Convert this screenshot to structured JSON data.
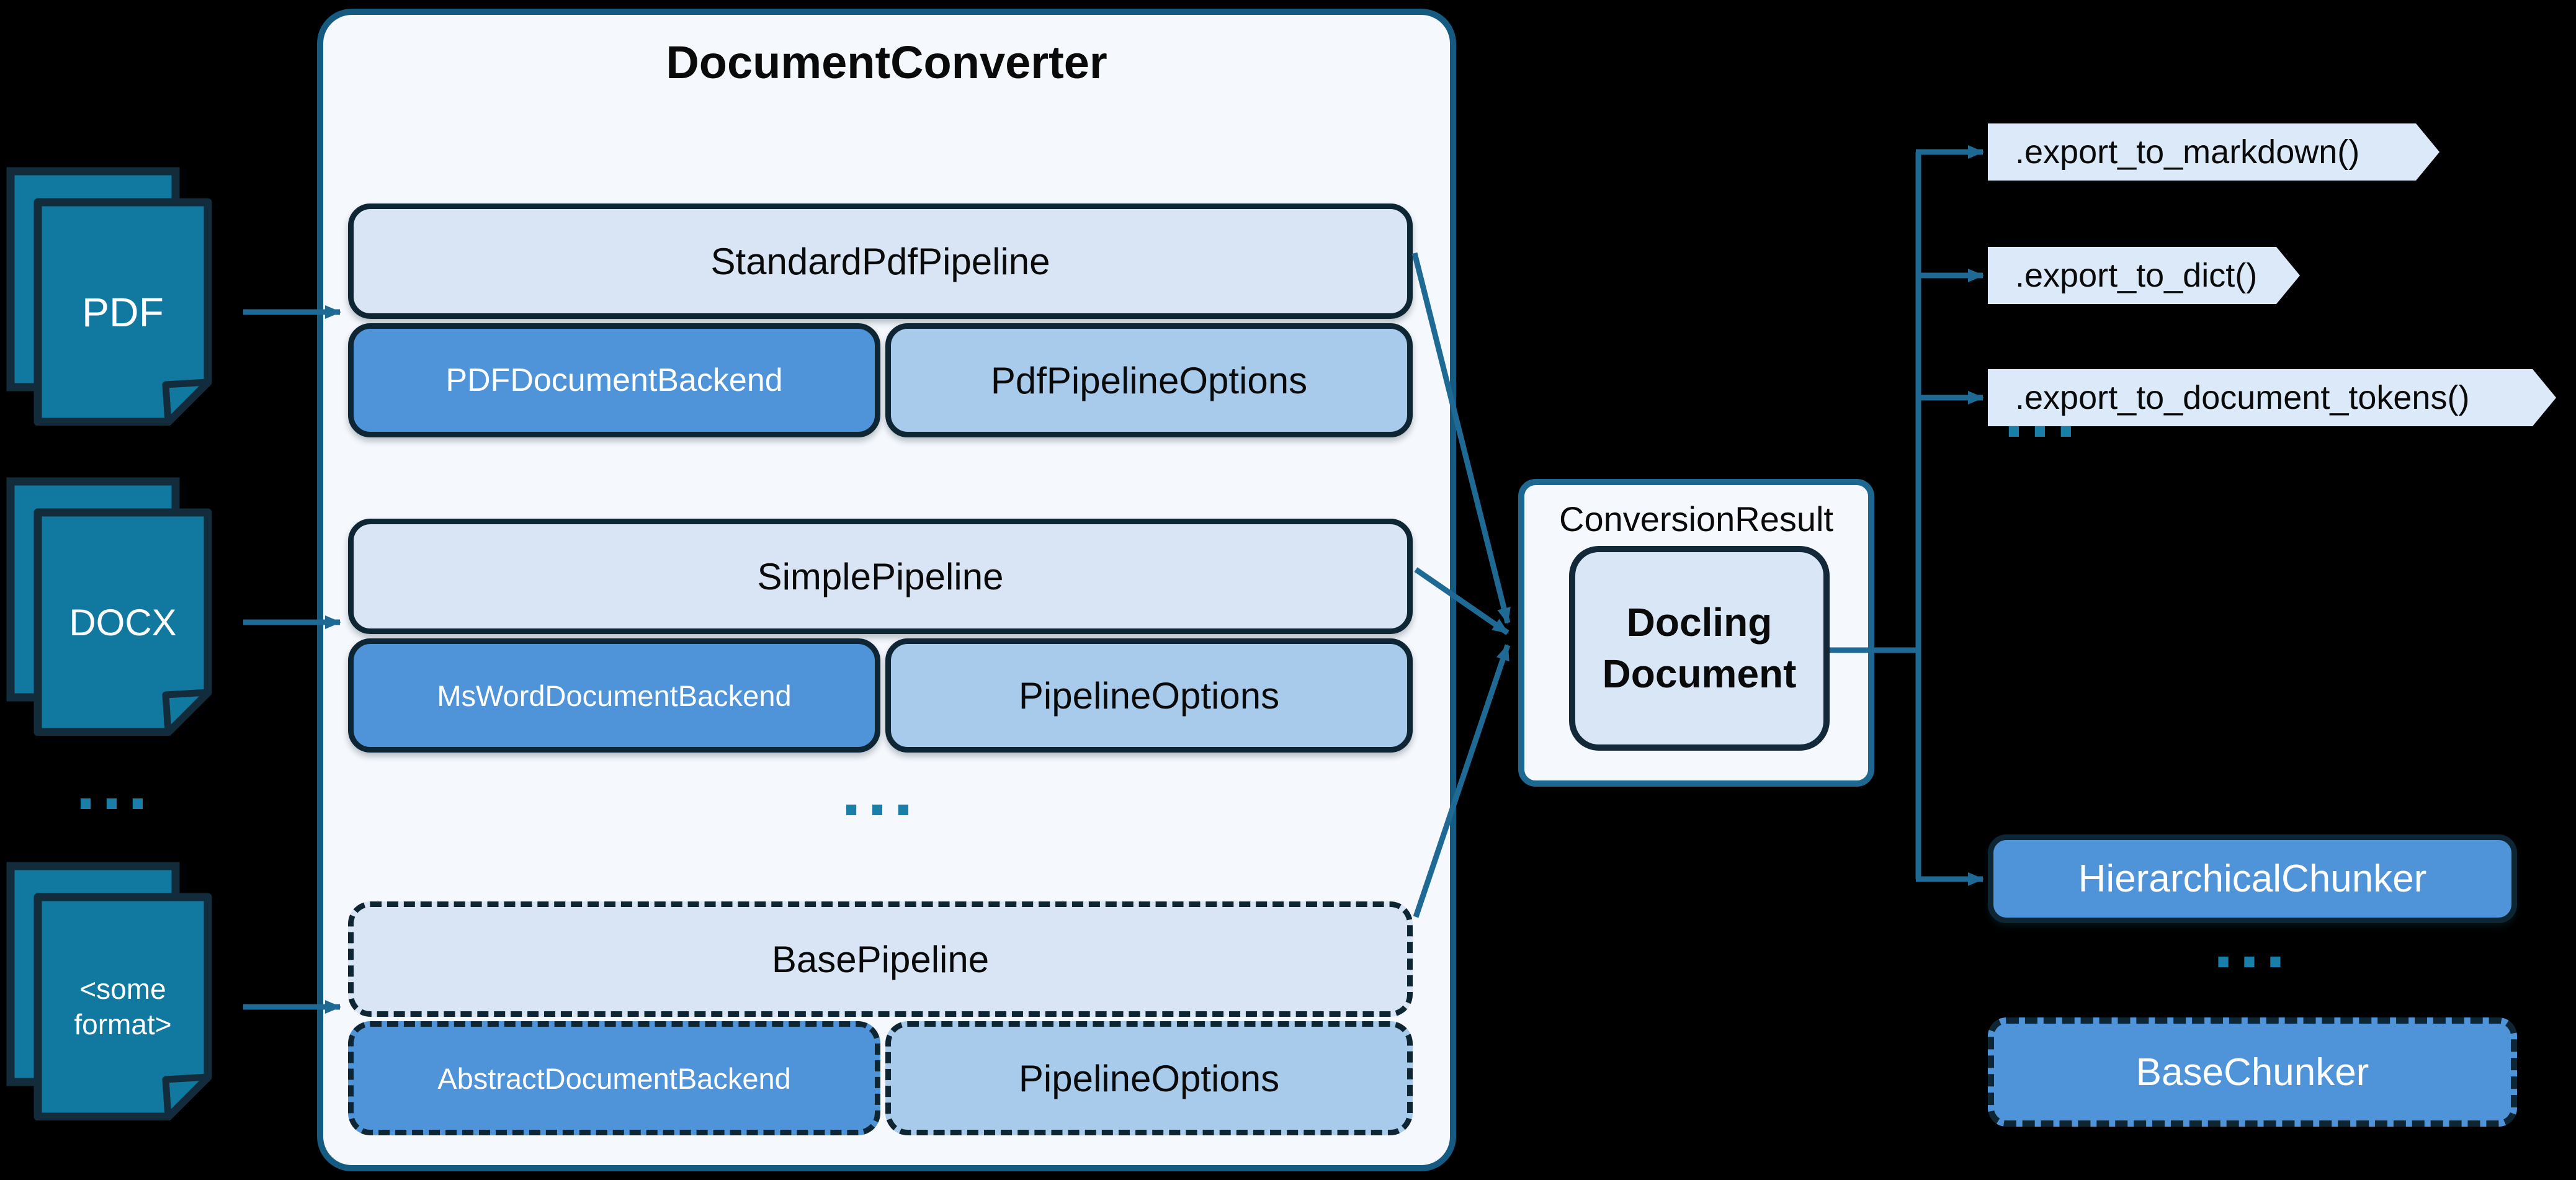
{
  "canvas": {
    "background": "#000000"
  },
  "colors": {
    "container_border": "#155a80",
    "container_fill": "#f5f8fd",
    "pipeline_fill": "#d9e5f4",
    "backend_fill": "#4f93d9",
    "options_fill": "#a8cbec",
    "box_border": "#0e2634",
    "document_icon_fill": "#11789f",
    "arrow": "#1e6a94",
    "tag_fill": "#dbe9f8",
    "result_border": "#1d6890",
    "docling_fill": "#d9e6f5",
    "dots": "#1a7fa8"
  },
  "inputs": {
    "pdf": {
      "label": "PDF"
    },
    "docx": {
      "label": "DOCX"
    },
    "ellipsis": "...",
    "some_format": {
      "label": "<some format>"
    }
  },
  "converter": {
    "title": "DocumentConverter",
    "groups": [
      {
        "pipeline": "StandardPdfPipeline",
        "backend": "PDFDocumentBackend",
        "options": "PdfPipelineOptions"
      },
      {
        "pipeline": "SimplePipeline",
        "backend": "MsWordDocumentBackend",
        "options": "PipelineOptions"
      },
      {
        "pipeline": "BasePipeline",
        "backend": "AbstractDocumentBackend",
        "options": "PipelineOptions"
      }
    ],
    "ellipsis": "..."
  },
  "result": {
    "label": "ConversionResult",
    "document": "Docling Document"
  },
  "exports": {
    "items": [
      ".export_to_markdown()",
      ".export_to_dict()",
      ".export_to_document_tokens()"
    ],
    "ellipsis": "..."
  },
  "chunkers": {
    "hierarchical": "HierarchicalChunker",
    "ellipsis": "...",
    "base": "BaseChunker"
  }
}
